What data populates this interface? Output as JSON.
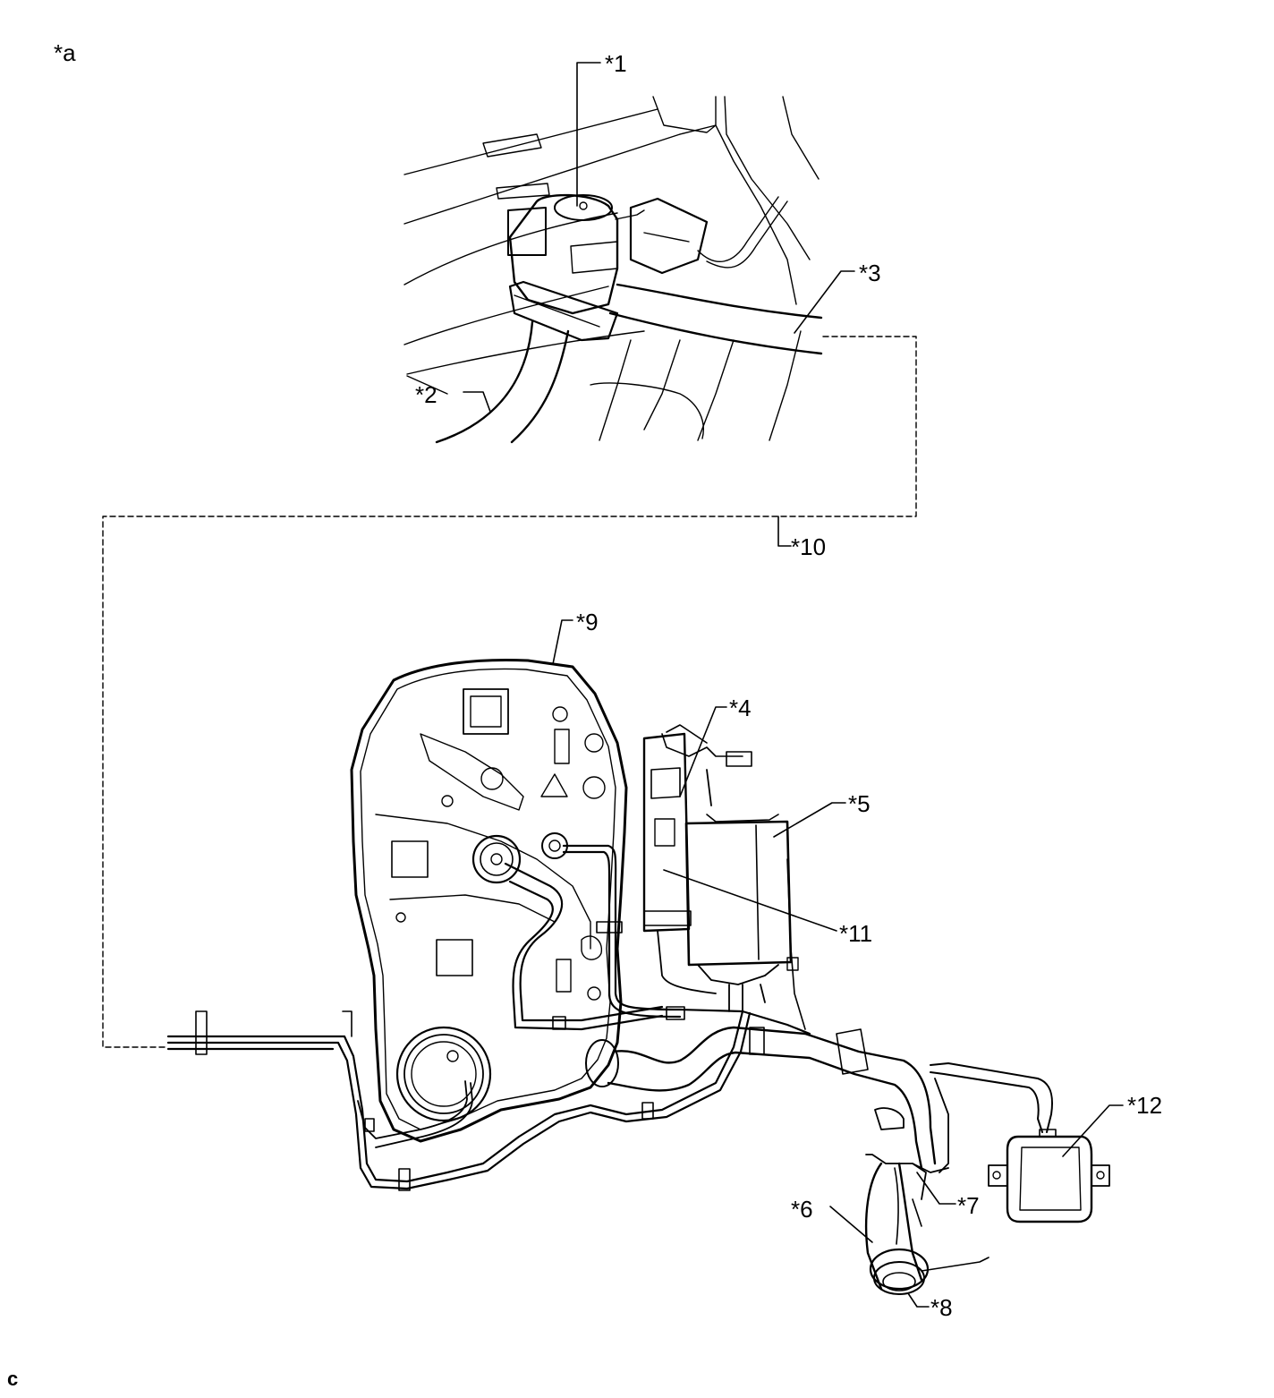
{
  "figure": {
    "view_label": "*a",
    "corner_label": "c"
  },
  "callouts": {
    "c1": "*1",
    "c2": "*2",
    "c3": "*3",
    "c4": "*4",
    "c5": "*5",
    "c6": "*6",
    "c7": "*7",
    "c8": "*8",
    "c9": "*9",
    "c10": "*10",
    "c11": "*11",
    "c12": "*12"
  },
  "colors": {
    "ink": "#000000",
    "paper": "#ffffff"
  }
}
